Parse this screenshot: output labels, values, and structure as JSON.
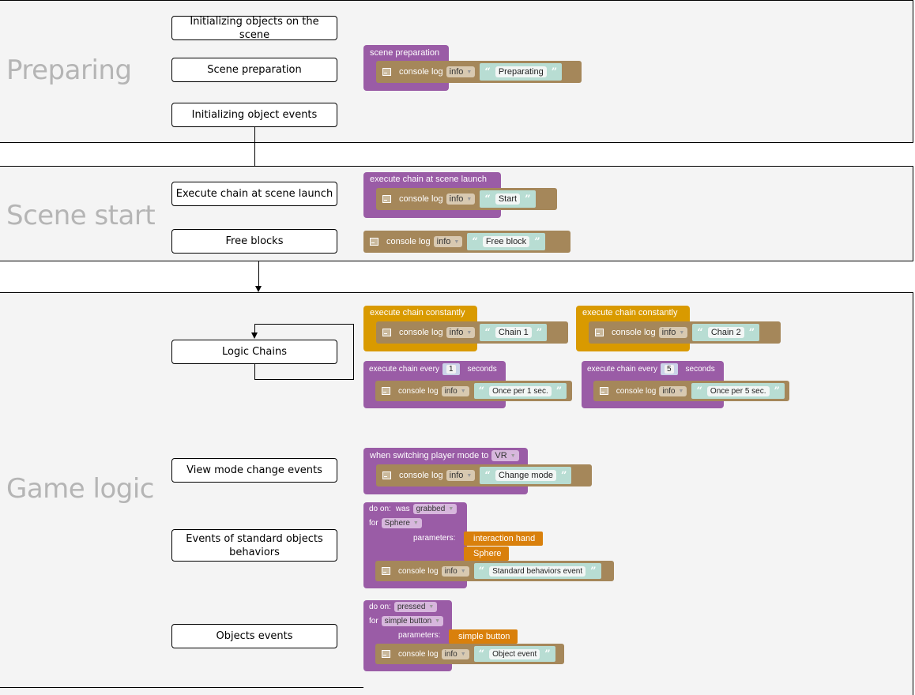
{
  "sections": [
    {
      "title": "Preparing",
      "steps": [
        "Initializing objects on the scene",
        "Scene preparation",
        "Initializing object events"
      ]
    },
    {
      "title": "Scene start",
      "steps": [
        "Execute chain at scene launch",
        "Free blocks"
      ]
    },
    {
      "title": "Game logic",
      "steps": [
        "Logic Chains",
        "View mode change events",
        "Events of standard objects behaviors",
        "Objects events"
      ]
    }
  ],
  "blocks": {
    "log_label": "console log",
    "log_level": "info",
    "icon": "terminal-icon",
    "scene_preparation": {
      "hat": "scene preparation",
      "message": "Preparating"
    },
    "scene_launch": {
      "hat": "execute chain at scene launch",
      "message": "Start"
    },
    "free_block": {
      "message": "Free block"
    },
    "constant_1": {
      "hat": "execute chain constantly",
      "message": "Chain 1"
    },
    "constant_2": {
      "hat": "execute chain constantly",
      "message": "Chain 2"
    },
    "every_1": {
      "hat_prefix": "execute chain every",
      "interval": "1",
      "hat_suffix": "seconds",
      "message": "Once per 1 sec."
    },
    "every_5": {
      "hat_prefix": "execute chain every",
      "interval": "5",
      "hat_suffix": "seconds",
      "message": "Once per 5 sec."
    },
    "view_mode": {
      "hat": "when switching player mode to",
      "mode": "VR",
      "message": "Change mode"
    },
    "standard_behavior": {
      "do_on": "do on:",
      "was": "was",
      "event": "grabbed",
      "for": "for",
      "object": "Sphere",
      "parameters_label": "parameters:",
      "params": [
        "interaction hand",
        "Sphere"
      ],
      "message": "Standard behaviors event"
    },
    "object_event": {
      "do_on": "do on:",
      "event": "pressed",
      "for": "for",
      "object": "simple button",
      "parameters_label": "parameters:",
      "params": [
        "simple button"
      ],
      "message": "Object event"
    }
  },
  "colors": {
    "event_purple": "#9a5ca6",
    "loop_orange": "#d99a00",
    "log_brown": "#a5875a",
    "string_teal": "#b8ddd3",
    "param_orange": "#d9800c",
    "section_bg": "#f4f4f4",
    "section_title": "#b5b5b5"
  }
}
